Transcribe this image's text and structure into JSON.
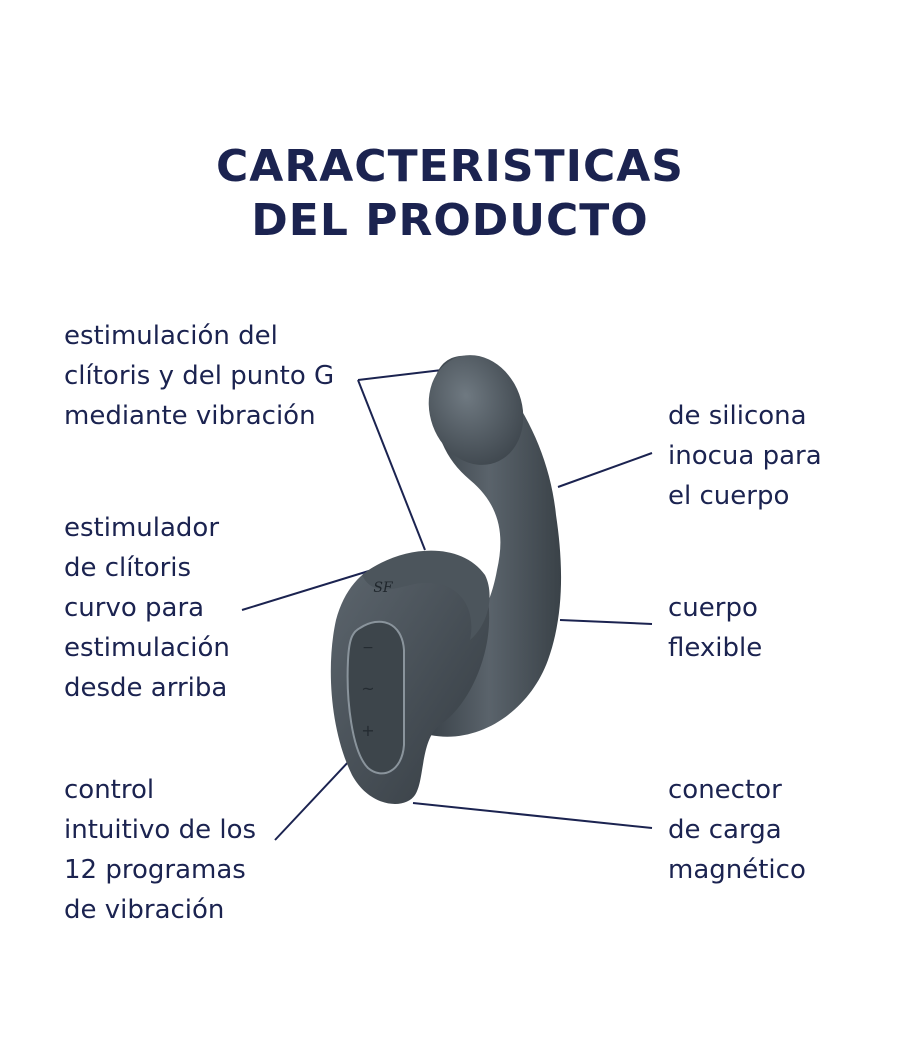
{
  "title": {
    "line1": "CARACTERISTICAS",
    "line2": "DEL PRODUCTO"
  },
  "features": {
    "stimulation": {
      "line1": "estimulación del",
      "line2": "clítoris y del punto G",
      "line3": "mediante vibración"
    },
    "silicone": {
      "line1": "de silicona",
      "line2": "inocua para",
      "line3": "el cuerpo"
    },
    "clitoral_stimulator": {
      "line1": "estimulador",
      "line2": "de clítoris",
      "line3": "curvo para",
      "line4": "estimulación",
      "line5": "desde arriba"
    },
    "flexible_body": {
      "line1": "cuerpo",
      "line2": "flexible"
    },
    "control": {
      "line1": "control",
      "line2": "intuitivo de los",
      "line3": "12 programas",
      "line4": "de vibración"
    },
    "charging": {
      "line1": "conector",
      "line2": "de carga",
      "line3": "magnético"
    }
  },
  "product": {
    "logo": "SF",
    "buttons": [
      "−",
      "~",
      "+"
    ]
  },
  "colors": {
    "text": "#1b2350",
    "product_body": "#4a535b",
    "product_highlight": "#6c767e",
    "leader_line": "#1b2350"
  }
}
